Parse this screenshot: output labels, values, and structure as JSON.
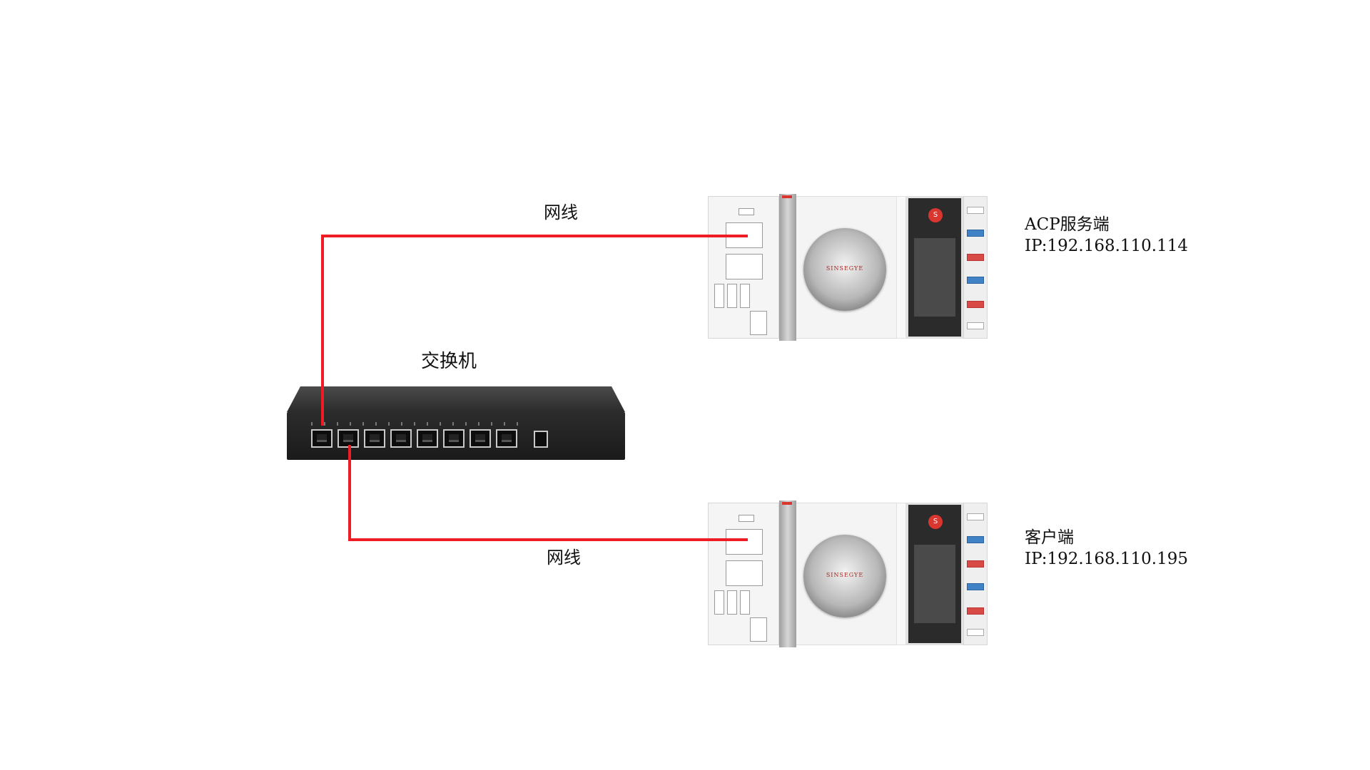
{
  "switch": {
    "label": "交换机",
    "icon": "network-switch-icon"
  },
  "server": {
    "title": "ACP服务端",
    "ip": "IP:192.168.110.114",
    "brand": "SINSEGYE"
  },
  "client": {
    "title": "客户端",
    "ip": "IP:192.168.110.195",
    "brand": "SINSEGYE"
  },
  "cables": {
    "top_label": "网线",
    "bottom_label": "网线"
  },
  "colors": {
    "cable": "#ee1c25",
    "switch_body": "#2b2b2b",
    "device_body": "#f5f5f5"
  }
}
